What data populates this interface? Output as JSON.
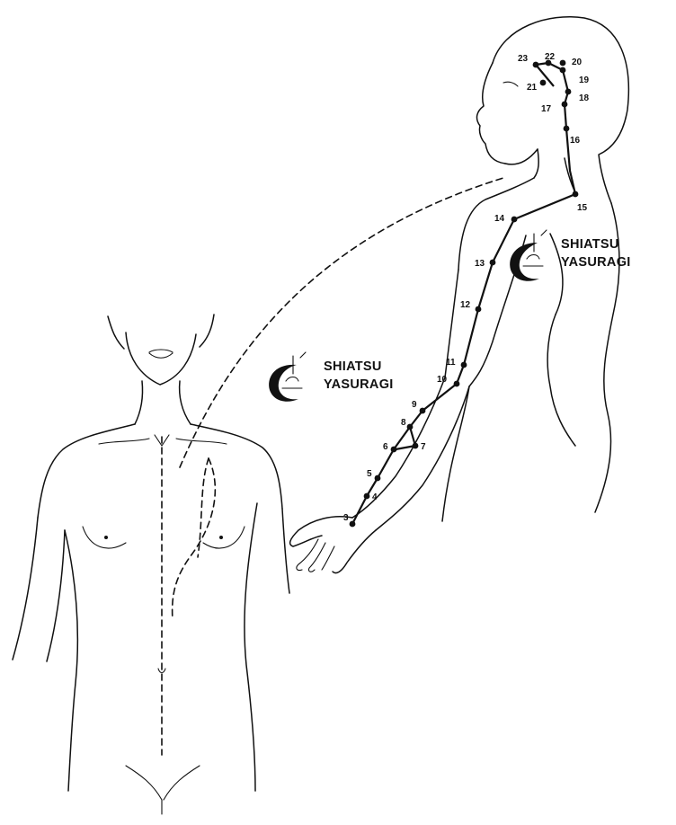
{
  "logos": [
    {
      "line1": "SHIATSU",
      "line2": "YASURAGI"
    },
    {
      "line1": "SHIATSU",
      "line2": "YASURAGI"
    }
  ],
  "points": [
    {
      "label": "3",
      "n": 3
    },
    {
      "label": "4",
      "n": 4
    },
    {
      "label": "5",
      "n": 5
    },
    {
      "label": "6",
      "n": 6
    },
    {
      "label": "7",
      "n": 7
    },
    {
      "label": "8",
      "n": 8
    },
    {
      "label": "9",
      "n": 9
    },
    {
      "label": "10",
      "n": 10
    },
    {
      "label": "11",
      "n": 11
    },
    {
      "label": "12",
      "n": 12
    },
    {
      "label": "13",
      "n": 13
    },
    {
      "label": "14",
      "n": 14
    },
    {
      "label": "15",
      "n": 15
    },
    {
      "label": "16",
      "n": 16
    },
    {
      "label": "17",
      "n": 17
    },
    {
      "label": "18",
      "n": 18
    },
    {
      "label": "19",
      "n": 19
    },
    {
      "label": "20",
      "n": 20
    },
    {
      "label": "21",
      "n": 21
    },
    {
      "label": "22",
      "n": 22
    },
    {
      "label": "23",
      "n": 23
    }
  ],
  "icons": {
    "logo": "yasuragi-crescent-logo"
  }
}
